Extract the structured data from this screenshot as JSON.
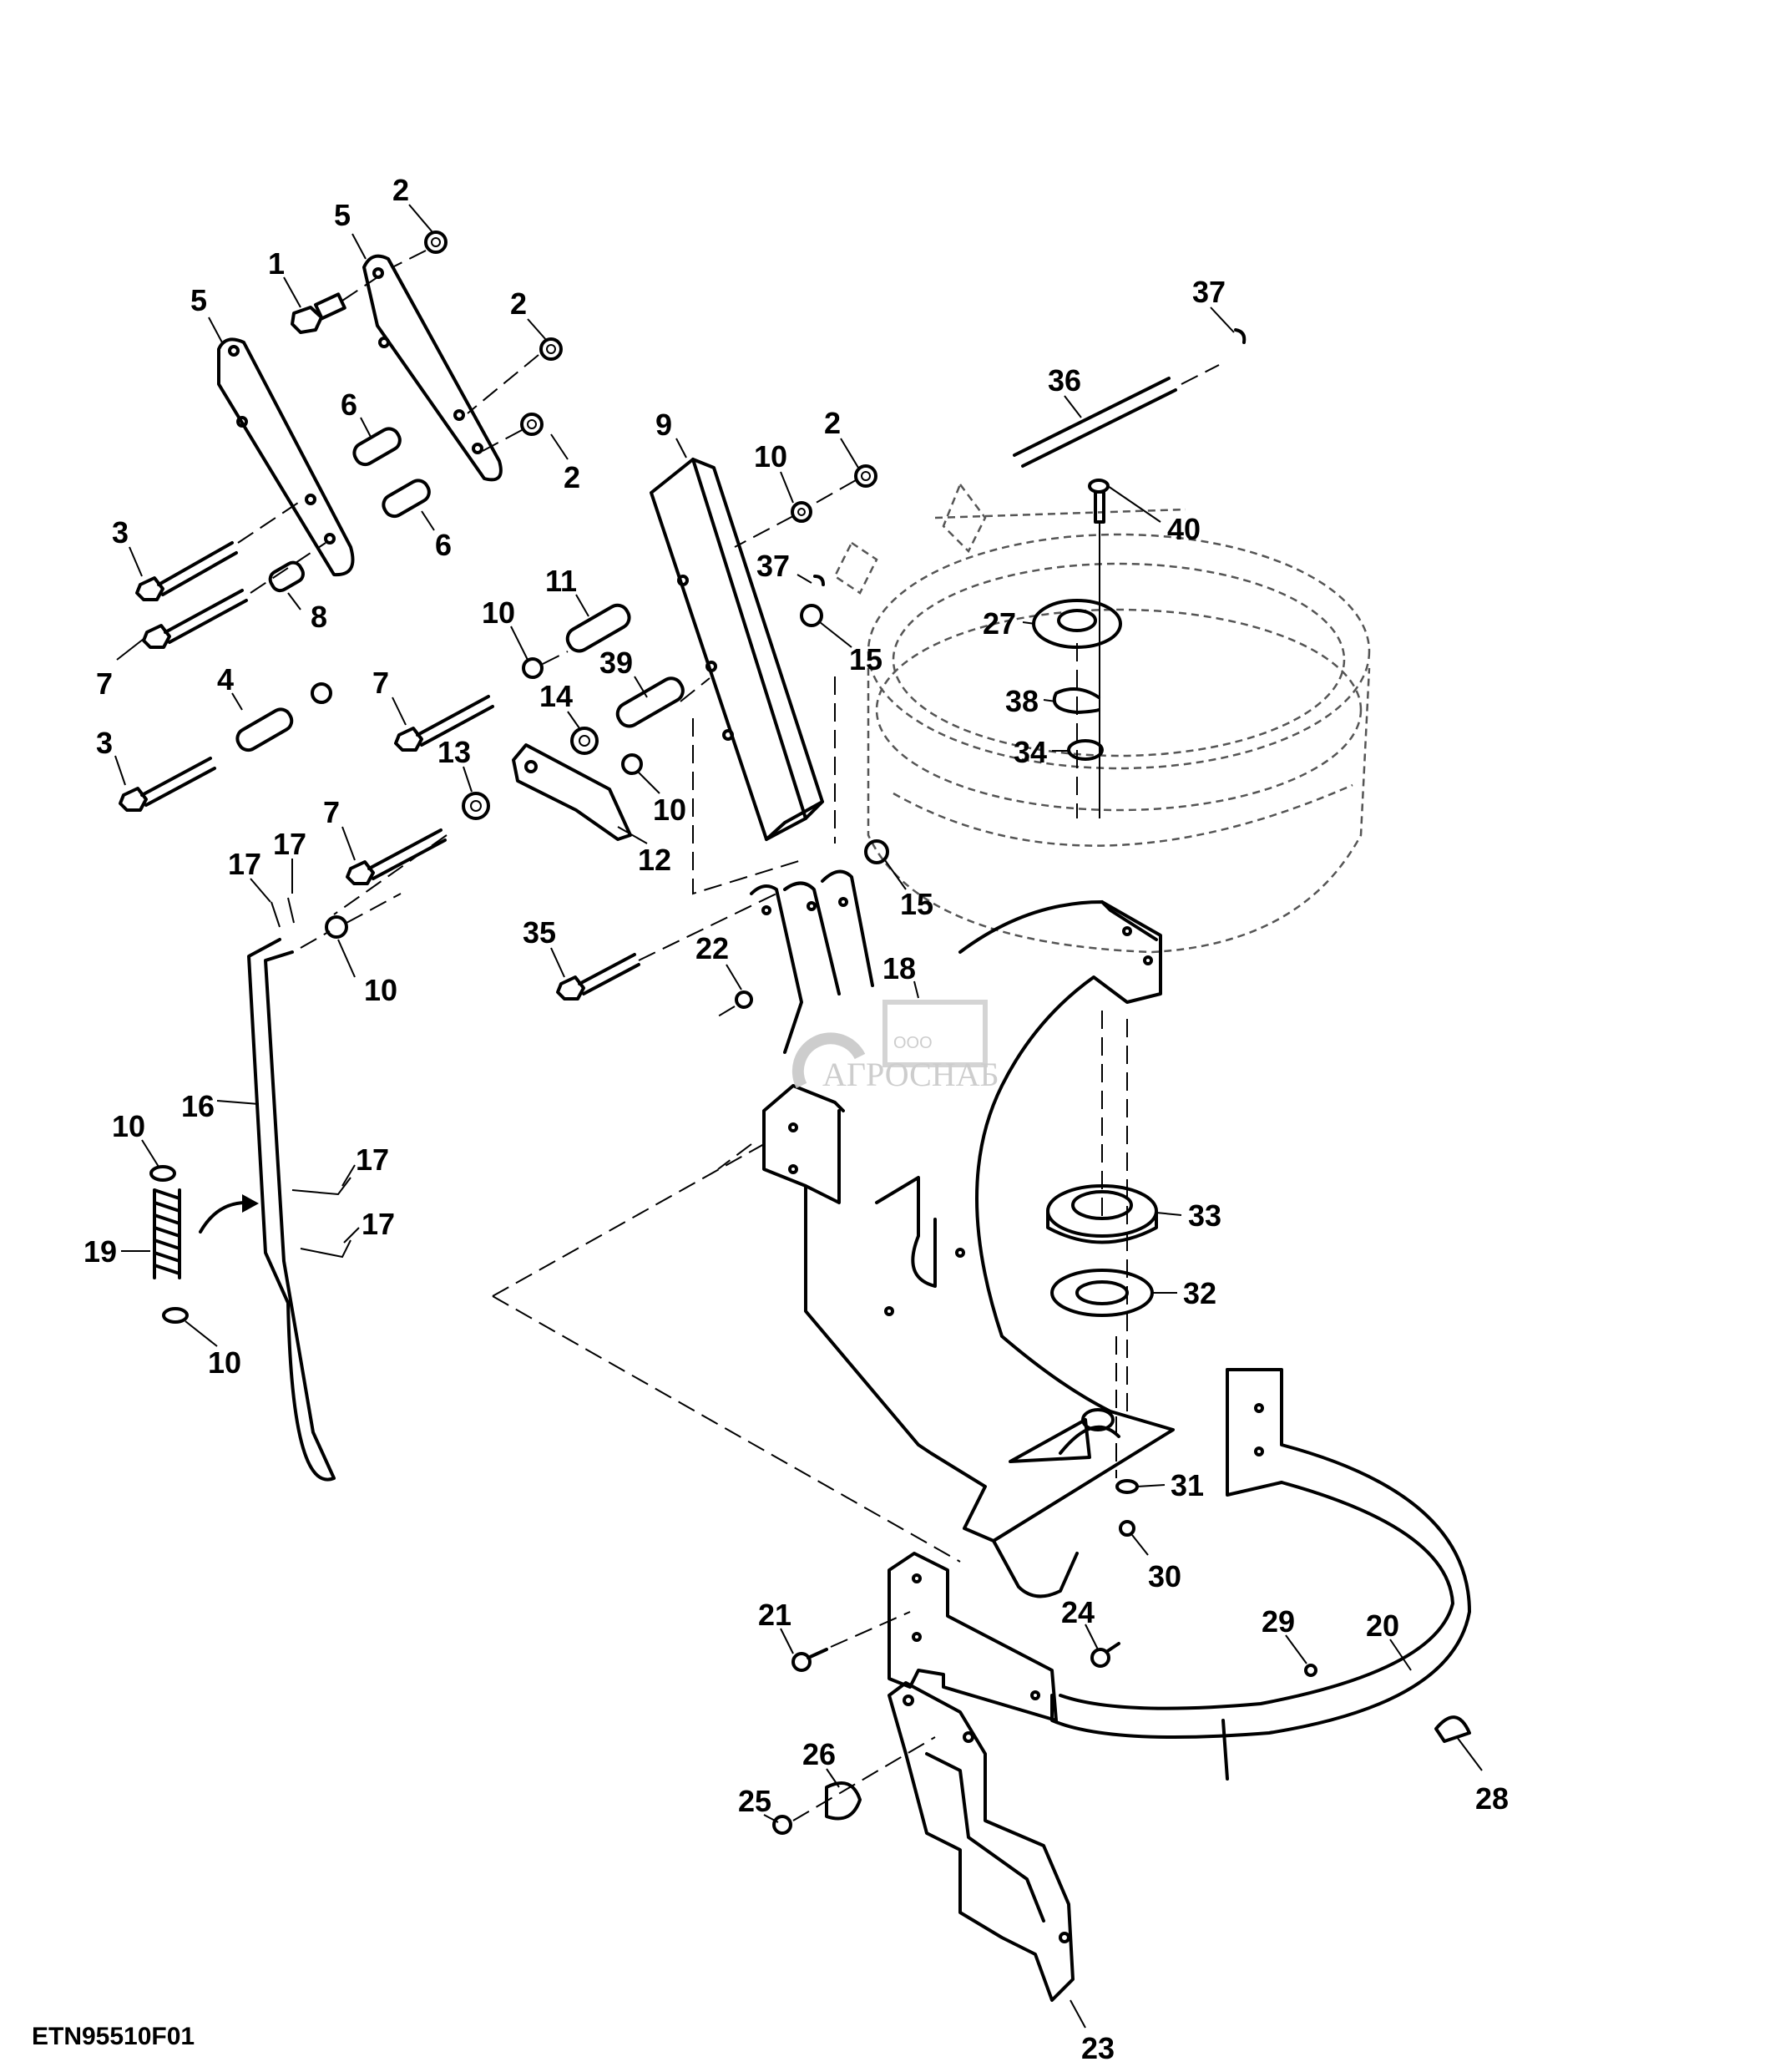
{
  "figure_id": "ETN95510F01",
  "watermark": {
    "org": "ООО",
    "name": "АГРОСНАБ"
  },
  "callouts": [
    {
      "id": "c1",
      "label": "2"
    },
    {
      "id": "c2",
      "label": "5"
    },
    {
      "id": "c3",
      "label": "1"
    },
    {
      "id": "c4",
      "label": "5"
    },
    {
      "id": "c5",
      "label": "2"
    },
    {
      "id": "c6",
      "label": "6"
    },
    {
      "id": "c7",
      "label": "2"
    },
    {
      "id": "c8",
      "label": "6"
    },
    {
      "id": "c9",
      "label": "3"
    },
    {
      "id": "c10",
      "label": "8"
    },
    {
      "id": "c11",
      "label": "7"
    },
    {
      "id": "c12",
      "label": "4"
    },
    {
      "id": "c13",
      "label": "3"
    },
    {
      "id": "c14",
      "label": "9"
    },
    {
      "id": "c15",
      "label": "10"
    },
    {
      "id": "c16",
      "label": "2"
    },
    {
      "id": "c17",
      "label": "37"
    },
    {
      "id": "c18",
      "label": "11"
    },
    {
      "id": "c19",
      "label": "10"
    },
    {
      "id": "c20",
      "label": "15"
    },
    {
      "id": "c21",
      "label": "39"
    },
    {
      "id": "c22",
      "label": "7"
    },
    {
      "id": "c23",
      "label": "14"
    },
    {
      "id": "c24",
      "label": "13"
    },
    {
      "id": "c25",
      "label": "10"
    },
    {
      "id": "c26",
      "label": "12"
    },
    {
      "id": "c27",
      "label": "7"
    },
    {
      "id": "c28",
      "label": "17"
    },
    {
      "id": "c29",
      "label": "17"
    },
    {
      "id": "c30",
      "label": "15"
    },
    {
      "id": "c31",
      "label": "35"
    },
    {
      "id": "c32",
      "label": "10"
    },
    {
      "id": "c33",
      "label": "22"
    },
    {
      "id": "c34",
      "label": "18"
    },
    {
      "id": "c35",
      "label": "16"
    },
    {
      "id": "c36",
      "label": "10"
    },
    {
      "id": "c37",
      "label": "17"
    },
    {
      "id": "c38",
      "label": "19"
    },
    {
      "id": "c39",
      "label": "17"
    },
    {
      "id": "c40",
      "label": "10"
    },
    {
      "id": "c41",
      "label": "36"
    },
    {
      "id": "c42",
      "label": "37"
    },
    {
      "id": "c43",
      "label": "40"
    },
    {
      "id": "c44",
      "label": "27"
    },
    {
      "id": "c45",
      "label": "38"
    },
    {
      "id": "c46",
      "label": "34"
    },
    {
      "id": "c47",
      "label": "33"
    },
    {
      "id": "c48",
      "label": "32"
    },
    {
      "id": "c49",
      "label": "31"
    },
    {
      "id": "c50",
      "label": "30"
    },
    {
      "id": "c51",
      "label": "21"
    },
    {
      "id": "c52",
      "label": "24"
    },
    {
      "id": "c53",
      "label": "29"
    },
    {
      "id": "c54",
      "label": "20"
    },
    {
      "id": "c55",
      "label": "28"
    },
    {
      "id": "c56",
      "label": "26"
    },
    {
      "id": "c57",
      "label": "25"
    },
    {
      "id": "c58",
      "label": "23"
    }
  ]
}
